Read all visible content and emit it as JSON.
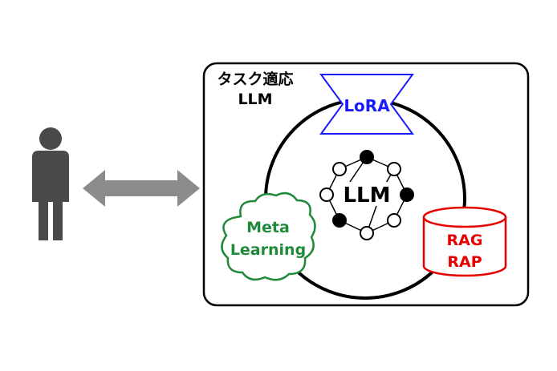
{
  "box_title_line1": "タスク適応",
  "box_title_line2": "LLM",
  "lora_label": "LoRA",
  "llm_center_label": "LLM",
  "meta_label_line1": "Meta",
  "meta_label_line2": "Learning",
  "rag_label_line1": "RAG",
  "rag_label_line2": "RAP",
  "colors": {
    "person": "#4a4a4a",
    "arrow": "#8c8c8c",
    "lora": "#1a1aff",
    "meta": "#1f8a3a",
    "rag": "#e60000",
    "stroke": "#000000"
  },
  "icons": [
    "person-icon",
    "double-arrow-icon",
    "network-icon",
    "cloud-icon",
    "cylinder-icon",
    "hourglass-icon"
  ]
}
